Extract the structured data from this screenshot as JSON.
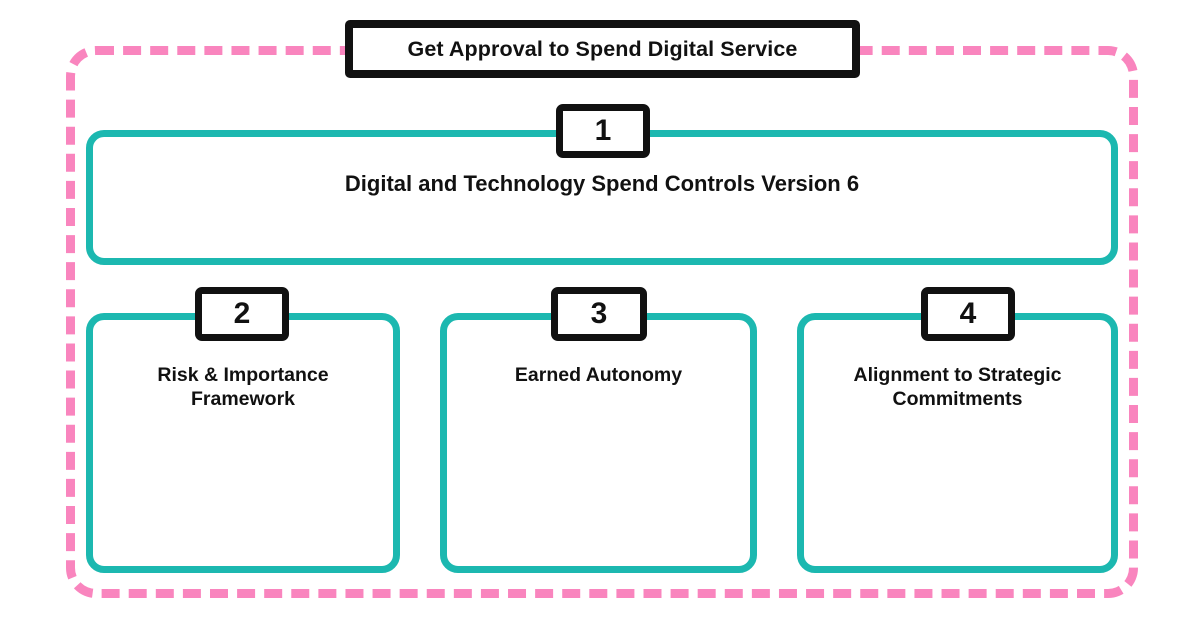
{
  "title_banner": {
    "text": "Get Approval to Spend Digital Service"
  },
  "colors": {
    "boundary_pink": "#F985BE",
    "box_teal": "#1CB8B0",
    "badge_black": "#111111",
    "background": "#FFFFFF"
  },
  "boxes": [
    {
      "number": "1",
      "label": "Digital and Technology Spend Controls Version 6"
    },
    {
      "number": "2",
      "label": "Risk & Importance Framework"
    },
    {
      "number": "3",
      "label": "Earned Autonomy"
    },
    {
      "number": "4",
      "label": "Alignment to Strategic Commitments"
    }
  ]
}
